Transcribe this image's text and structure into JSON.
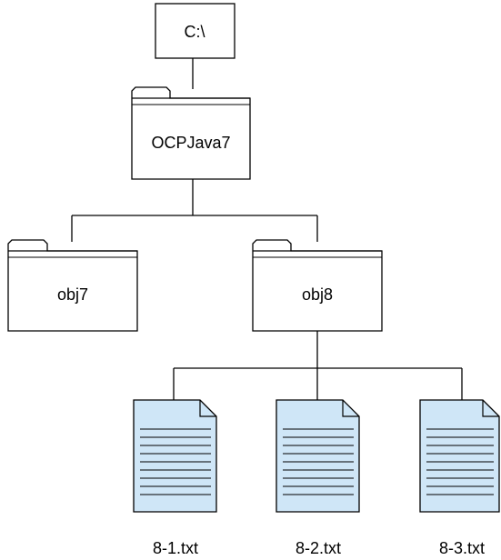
{
  "root": {
    "label": "C:\\"
  },
  "folders": [
    {
      "id": "ocpjava7",
      "label": "OCPJava7"
    },
    {
      "id": "obj7",
      "label": "obj7"
    },
    {
      "id": "obj8",
      "label": "obj8"
    }
  ],
  "files": [
    {
      "id": "file-8-1",
      "label": "8-1.txt"
    },
    {
      "id": "file-8-2",
      "label": "8-2.txt"
    },
    {
      "id": "file-8-3",
      "label": "8-3.txt"
    }
  ],
  "colors": {
    "stroke": "#000000",
    "folder_fill": "#ffffff",
    "file_fill": "#cfe6f7",
    "text": "#000000"
  }
}
